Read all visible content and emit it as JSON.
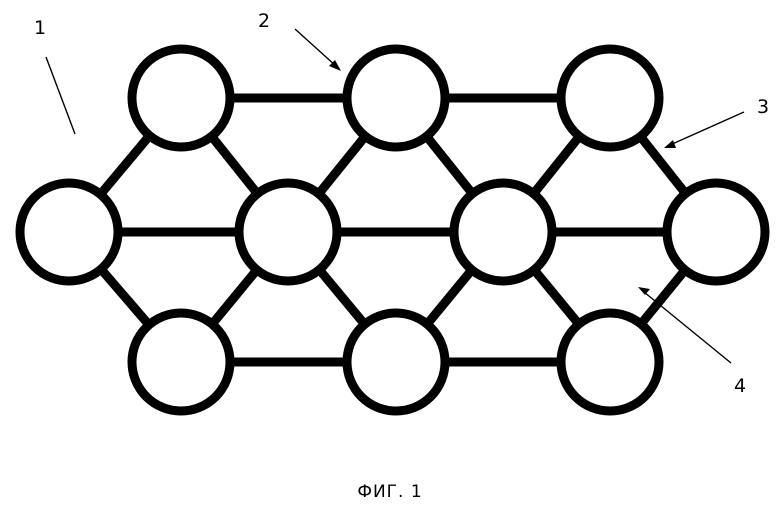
{
  "figure": {
    "caption": "ФИГ. 1",
    "nodes": [
      {
        "id": "top-1"
      },
      {
        "id": "top-2"
      },
      {
        "id": "top-3"
      },
      {
        "id": "mid-1"
      },
      {
        "id": "mid-2"
      },
      {
        "id": "mid-3"
      },
      {
        "id": "mid-4"
      },
      {
        "id": "bot-1"
      },
      {
        "id": "bot-2"
      },
      {
        "id": "bot-3"
      }
    ],
    "edges": [
      [
        "top-1",
        "top-2"
      ],
      [
        "top-2",
        "top-3"
      ],
      [
        "mid-1",
        "mid-2"
      ],
      [
        "mid-2",
        "mid-3"
      ],
      [
        "mid-3",
        "mid-4"
      ],
      [
        "bot-1",
        "bot-2"
      ],
      [
        "bot-2",
        "bot-3"
      ],
      [
        "mid-1",
        "top-1"
      ],
      [
        "top-1",
        "mid-2"
      ],
      [
        "mid-2",
        "top-2"
      ],
      [
        "top-2",
        "mid-3"
      ],
      [
        "mid-3",
        "top-3"
      ],
      [
        "top-3",
        "mid-4"
      ],
      [
        "mid-1",
        "bot-1"
      ],
      [
        "bot-1",
        "mid-2"
      ],
      [
        "mid-2",
        "bot-2"
      ],
      [
        "bot-2",
        "mid-3"
      ],
      [
        "mid-3",
        "bot-3"
      ],
      [
        "bot-3",
        "mid-4"
      ]
    ],
    "reference_labels": [
      {
        "id": "ref-1",
        "text": "1"
      },
      {
        "id": "ref-2",
        "text": "2"
      },
      {
        "id": "ref-3",
        "text": "3"
      },
      {
        "id": "ref-4",
        "text": "4"
      }
    ]
  }
}
